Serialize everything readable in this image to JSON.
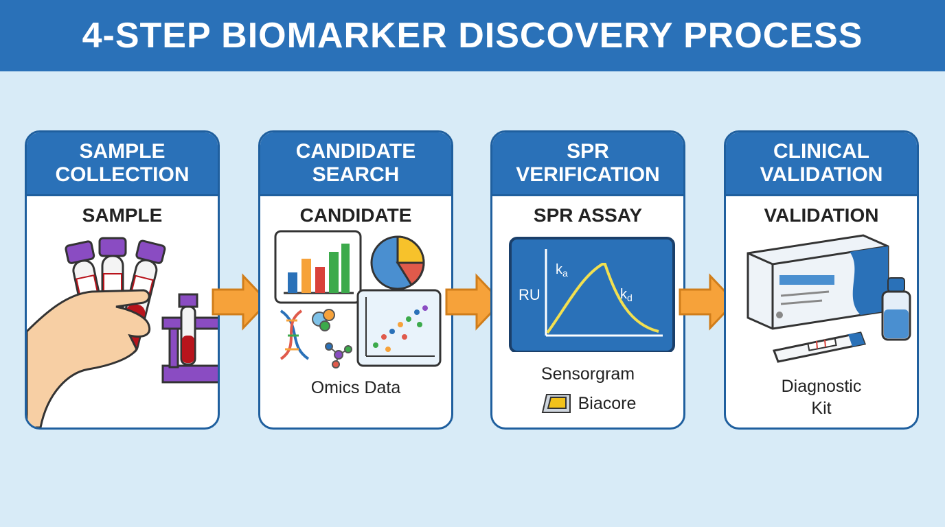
{
  "title": "4-STEP BIOMARKER DISCOVERY PROCESS",
  "steps": [
    {
      "header_line1": "SAMPLE",
      "header_line2": "COLLECTION",
      "subtitle": "SAMPLE"
    },
    {
      "header_line1": "CANDIDATE",
      "header_line2": "SEARCH",
      "subtitle": "CANDIDATE",
      "caption": "Omics Data"
    },
    {
      "header_line1": "SPR",
      "header_line2": "VERIFICATION",
      "subtitle": "SPR ASSAY",
      "sensorgram": {
        "y_label": "RU",
        "ka_label": "k",
        "ka_sub": "a",
        "kd_label": "k",
        "kd_sub": "d"
      },
      "caption": "Sensorgram",
      "caption2": "Biacore"
    },
    {
      "header_line1": "CLINICAL",
      "header_line2": "VALIDATION",
      "subtitle": "VALIDATION",
      "caption_line1": "Diagnostic",
      "caption_line2": "Kit"
    }
  ],
  "colors": {
    "header_blue": "#2a71b8",
    "background": "#d8ebf7",
    "arrow_orange": "#f6a23a",
    "blood_red": "#b8141c",
    "cap_purple": "#8a4cc2"
  },
  "icons": [
    "blood-tubes-in-hand-icon",
    "test-tube-rack-icon",
    "bar-chart-icon",
    "pie-chart-icon",
    "dna-icon",
    "molecule-icon",
    "scatter-plot-icon",
    "sensorgram-icon",
    "sensor-chip-icon",
    "diagnostic-kit-box-icon",
    "dropper-bottle-icon",
    "test-strip-icon"
  ]
}
